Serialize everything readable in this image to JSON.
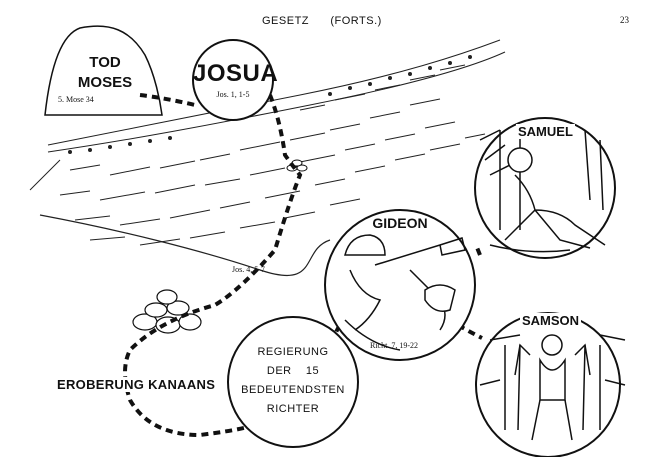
{
  "header": {
    "title": "GESETZ",
    "subtitle": "(FORTS.)",
    "page_number": "23"
  },
  "moses": {
    "label_line1": "TOD",
    "label_line2": "MOSES",
    "ref": "5. Mose 34"
  },
  "josua": {
    "label": "JOSUA",
    "ref": "Jos. 1, 1-5"
  },
  "jordan": {
    "ref": "Jos. 4, 5-7"
  },
  "samuel": {
    "label": "SAMUEL"
  },
  "gideon": {
    "label": "GIDEON",
    "ref": "Richt. 7, 19-22"
  },
  "samson": {
    "label": "SAMSON"
  },
  "judges": {
    "line1": "REGIERUNG",
    "line2": "DER",
    "line3": "15",
    "line4": "BEDEUTENDSTEN",
    "line5": "RICHTER"
  },
  "conquest": {
    "label": "EROBERUNG KANAANS"
  }
}
